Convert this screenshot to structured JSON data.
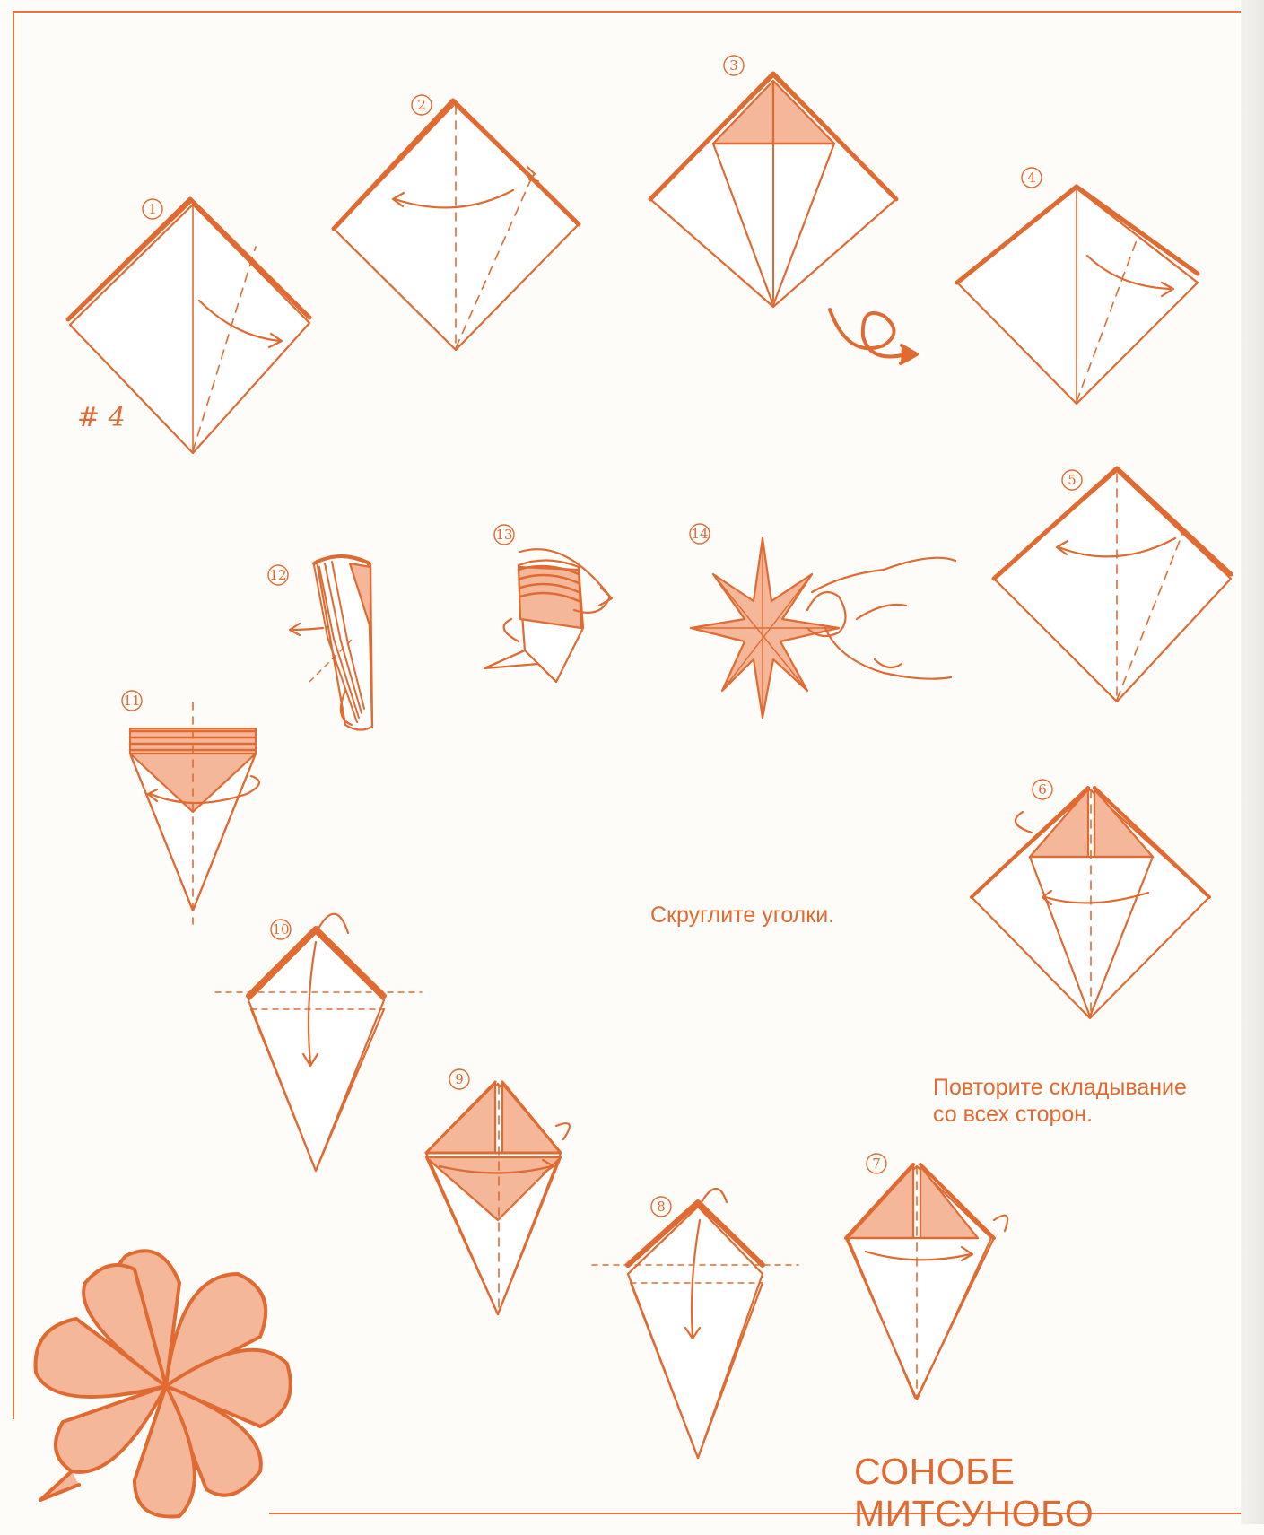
{
  "page": {
    "model_number": "# 4",
    "title": "СОНОБЕ МИТСУНОБО",
    "instruction_round": "Скруглите уголки.",
    "instruction_repeat_line1": "Повторите складывание",
    "instruction_repeat_line2": "со всех сторон."
  },
  "steps": [
    "1",
    "2",
    "3",
    "4",
    "5",
    "6",
    "7",
    "8",
    "9",
    "10",
    "11",
    "12",
    "13",
    "14"
  ],
  "colors": {
    "accent": "#e06a30",
    "fill": "#f4b79a"
  }
}
